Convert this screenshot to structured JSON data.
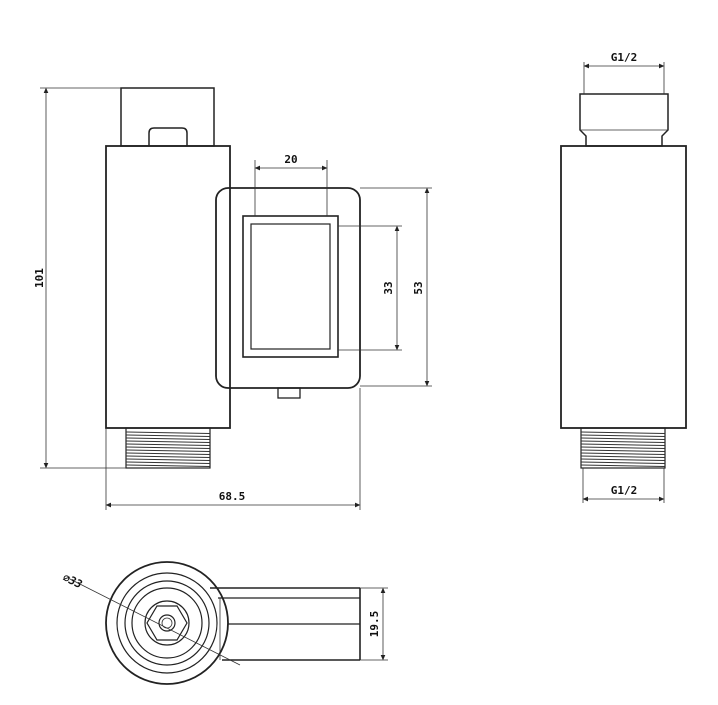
{
  "drawing": {
    "front_view": {
      "height_dim": "101",
      "width_dim": "68.5",
      "display_width_dim": "20",
      "display_height_dim": "33",
      "module_height_dim": "53"
    },
    "side_view": {
      "top_thread": "G1/2",
      "bottom_thread": "G1/2"
    },
    "top_view": {
      "diameter_dim": "⌀33",
      "depth_dim": "19.5"
    },
    "colors": {
      "stroke": "#222222",
      "background": "#ffffff"
    }
  }
}
